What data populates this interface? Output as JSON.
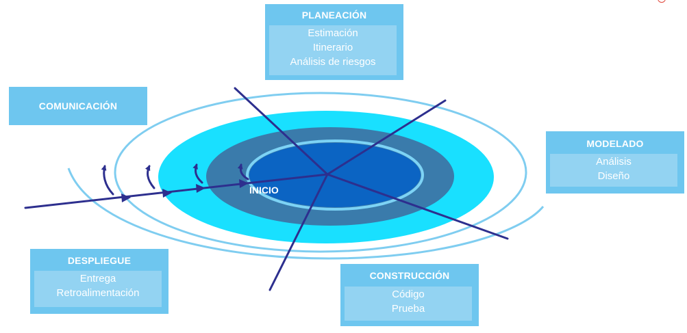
{
  "start_label": "INICIO",
  "phases": {
    "planeacion": {
      "title": "PLANEACIÓN",
      "items": [
        "Estimación",
        "Itinerario",
        "Análisis de riesgos"
      ]
    },
    "comunicacion": {
      "title": "COMUNICACIÓN"
    },
    "modelado": {
      "title": "MODELADO",
      "items": [
        "Análisis",
        "Diseño"
      ]
    },
    "despliegue": {
      "title": "DESPLIEGUE",
      "items": [
        "Entrega",
        "Retroalimentación"
      ]
    },
    "construccion": {
      "title": "CONSTRUCCIÓN",
      "items": [
        "Código",
        "Prueba"
      ]
    }
  },
  "colors": {
    "box_fill": "#6ec6ef",
    "box_inner_fill": "#93d3f2",
    "outer_ring_stroke": "#7fcdf0",
    "cyan_ring": "#19e0ff",
    "dark_ring": "#3a7bab",
    "light_ring": "#7dd3f5",
    "core": "#0b64c3",
    "axis_lines": "#2d2f8e"
  }
}
